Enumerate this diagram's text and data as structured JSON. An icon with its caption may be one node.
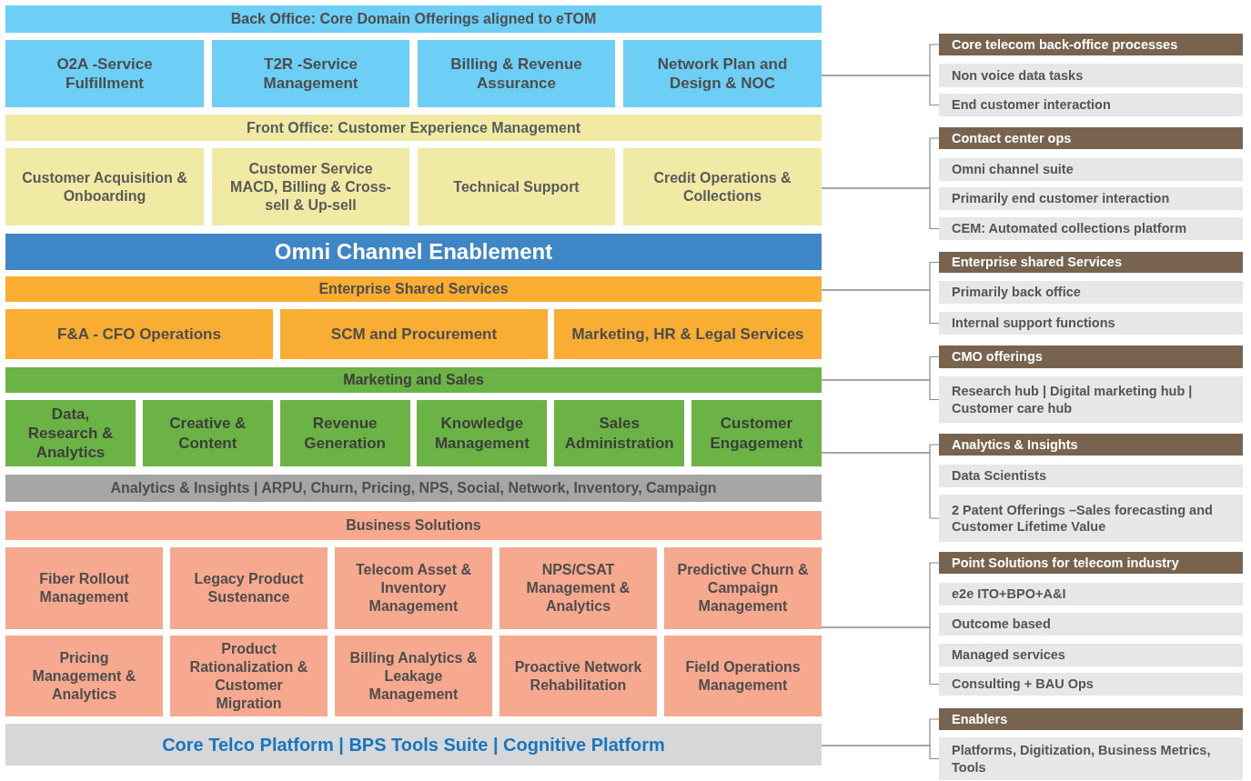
{
  "diagram": {
    "nodes": [
      {
        "text": [
          "Back Office: Core Domain Offerings aligned to eTOM"
        ]
      },
      {
        "text": [
          "O2A -Service Fulfillment"
        ]
      },
      {
        "text": [
          "T2R -Service Management"
        ]
      },
      {
        "text": [
          "Billing & Revenue Assurance"
        ]
      },
      {
        "text": [
          "Network Plan and Design & NOC"
        ]
      },
      {
        "text": [
          "Front Office: Customer Experience Management"
        ]
      },
      {
        "text": [
          "Customer Acquisition & Onboarding"
        ]
      },
      {
        "text": [
          "Customer Service MACD, Billing & Cross-sell & Up-sell"
        ]
      },
      {
        "text": [
          "Technical Support"
        ]
      },
      {
        "text": [
          "Credit Operations & Collections"
        ]
      },
      {
        "text": [
          "Omni Channel Enablement"
        ]
      },
      {
        "text": [
          "Enterprise Shared Services"
        ]
      },
      {
        "text": [
          "F&A - CFO Operations"
        ]
      },
      {
        "text": [
          "SCM and Procurement"
        ]
      },
      {
        "text": [
          "Marketing, HR & Legal Services"
        ]
      },
      {
        "text": [
          "Marketing and Sales"
        ]
      },
      {
        "text": [
          "Data, Research & Analytics"
        ]
      },
      {
        "text": [
          "Creative & Content"
        ]
      },
      {
        "text": [
          "Revenue Generation"
        ]
      },
      {
        "text": [
          "Knowledge Management"
        ]
      },
      {
        "text": [
          "Sales Administration"
        ]
      },
      {
        "text": [
          "Customer Engagement"
        ]
      },
      {
        "text": [
          "Analytics & Insights | ARPU, Churn, Pricing, NPS, Social, Network, Inventory, Campaign"
        ]
      },
      {
        "text": [
          "Business Solutions"
        ]
      },
      {
        "text": [
          "Fiber Rollout Management"
        ]
      },
      {
        "text": [
          "Legacy Product Sustenance"
        ]
      },
      {
        "text": [
          "Telecom Asset & Inventory Management"
        ]
      },
      {
        "text": [
          "NPS/CSAT Management & Analytics"
        ]
      },
      {
        "text": [
          "Predictive Churn & Campaign Management"
        ]
      },
      {
        "text": [
          "Pricing Management & Analytics"
        ]
      },
      {
        "text": [
          "Product Rationalization & Customer Migration"
        ]
      },
      {
        "text": [
          "Billing Analytics & Leakage Management"
        ]
      },
      {
        "text": [
          "Proactive Network Rehabilitation"
        ]
      },
      {
        "text": [
          "Field Operations Management"
        ]
      },
      {
        "text": [
          "Core Telco Platform | BPS Tools Suite | Cognitive Platform"
        ]
      },
      {
        "text": [
          "Core telecom back-office processes"
        ]
      },
      {
        "text": [
          "Non voice data tasks"
        ]
      },
      {
        "text": [
          "End customer interaction"
        ]
      },
      {
        "text": [
          "Contact center ops"
        ]
      },
      {
        "text": [
          "Omni channel suite"
        ]
      },
      {
        "text": [
          "Primarily end customer interaction"
        ]
      },
      {
        "text": [
          "CEM: Automated collections platform"
        ]
      },
      {
        "text": [
          "Enterprise shared Services"
        ]
      },
      {
        "text": [
          "Primarily back office"
        ]
      },
      {
        "text": [
          "Internal support functions"
        ]
      },
      {
        "text": [
          "CMO offerings"
        ]
      },
      {
        "text": [
          "Research hub | Digital marketing hub | Customer care hub"
        ]
      },
      {
        "text": [
          "Analytics & Insights"
        ]
      },
      {
        "text": [
          "Data Scientists"
        ]
      },
      {
        "text": [
          "2 Patent Offerings –Sales forecasting and Customer Lifetime Value"
        ]
      },
      {
        "text": [
          "Point Solutions for telecom industry"
        ]
      },
      {
        "text": [
          "e2e ITO+BPO+A&I"
        ]
      },
      {
        "text": [
          "Outcome based"
        ]
      },
      {
        "text": [
          "Managed services"
        ]
      },
      {
        "text": [
          "Consulting + BAU Ops"
        ]
      },
      {
        "text": [
          "Enablers"
        ]
      },
      {
        "text": [
          "Platforms, Digitization, Business Metrics, Tools"
        ]
      }
    ],
    "edges": [
      {
        "from": 4,
        "to": 35,
        "arrow": "none"
      },
      {
        "from": 9,
        "to": 38,
        "arrow": "none"
      },
      {
        "from": 11,
        "to": 42,
        "arrow": "none"
      },
      {
        "from": 15,
        "to": 45,
        "arrow": "none"
      },
      {
        "from": 21,
        "to": 47,
        "arrow": "none"
      },
      {
        "from": 28,
        "to": 50,
        "arrow": "none"
      },
      {
        "from": 34,
        "to": 55,
        "arrow": "none"
      },
      {
        "from": 4,
        "to": 37,
        "arrow": "none"
      },
      {
        "from": 9,
        "to": 41,
        "arrow": "none"
      },
      {
        "from": 11,
        "to": 44,
        "arrow": "none"
      },
      {
        "from": 15,
        "to": 46,
        "arrow": "none"
      },
      {
        "from": 21,
        "to": 49,
        "arrow": "none"
      },
      {
        "from": 28,
        "to": 54,
        "arrow": "none"
      },
      {
        "from": 34,
        "to": 56,
        "arrow": "none"
      }
    ]
  }
}
